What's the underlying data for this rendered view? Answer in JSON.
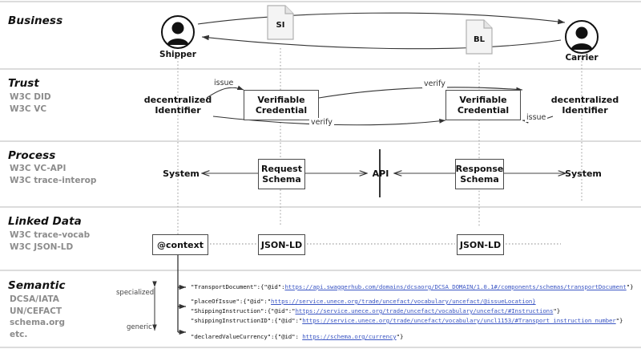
{
  "bands": [
    {
      "id": "business",
      "title": "Business",
      "subs": []
    },
    {
      "id": "trust",
      "title": "Trust",
      "subs": [
        "W3C DID",
        "W3C VC"
      ]
    },
    {
      "id": "process",
      "title": "Process",
      "subs": [
        "W3C VC-API",
        "W3C trace-interop"
      ]
    },
    {
      "id": "linked_data",
      "title": "Linked Data",
      "subs": [
        "W3C trace-vocab",
        "W3C JSON-LD"
      ]
    },
    {
      "id": "semantic",
      "title": "Semantic",
      "subs": [
        "DCSA/IATA",
        "UN/CEFACT",
        "schema.org",
        "etc."
      ]
    }
  ],
  "business": {
    "shipper_label": "Shipper",
    "carrier_label": "Carrier",
    "doc_si": "SI",
    "doc_bl": "BL"
  },
  "trust": {
    "did_left_line1": "decentralized",
    "did_left_line2": "Identifier",
    "did_right_line1": "decentralized",
    "did_right_line2": "Identifier",
    "vc_left_line1": "Verifiable",
    "vc_left_line2": "Credential",
    "vc_right_line1": "Verifiable",
    "vc_right_line2": "Credential",
    "issue_left": "issue",
    "issue_right": "issue",
    "verify_top": "verify",
    "verify_bottom": "verify"
  },
  "process": {
    "system_left": "System",
    "system_right": "System",
    "api": "API",
    "request_line1": "Request",
    "request_line2": "Schema",
    "response_line1": "Response",
    "response_line2": "Schema"
  },
  "linked_data": {
    "context": "@context",
    "jsonld_left": "JSON-LD",
    "jsonld_right": "JSON-LD"
  },
  "semantic": {
    "specialized": "specialized",
    "generic": "generic",
    "entries": [
      {
        "key": "\"TransportDocument\":{\"@id\":",
        "url": "https://api.swaggerhub.com/domains/dcsaorg/DCSA_DOMAIN/1.0.1#/components/schemas/transportDocument",
        "tail": "\"}",
        "bullet": true
      },
      {
        "key": "\"placeOfIssue\":{\"@id\":\"",
        "url": "https://service.unece.org/trade/uncefact/vocabulary/uncefact/@issueLocation}",
        "tail": "",
        "bullet": false
      },
      {
        "key": "\"ShippingInstruction\":{\"@id\":\"",
        "url": "https://service.unece.org/trade/uncefact/vocabulary/uncefact/#Instructions",
        "tail": "\"}",
        "bullet": true
      },
      {
        "key": "\"shippingInstructionID\":{\"@id\":\"",
        "url": "https://service.unece.org/trade/uncefact/vocabulary/uncl1153/#Transport_instruction_number",
        "tail": "\"}",
        "bullet": false
      },
      {
        "key": "\"declaredValueCurrency\":{\"@id\": ",
        "url": "https://schema.org/currency",
        "tail": "\"}",
        "bullet": true
      }
    ]
  },
  "colors": {
    "band_divider": "#b9b9b9",
    "link": "#3b56c4",
    "sub_text": "#8c8c8c",
    "stroke": "#333333"
  }
}
